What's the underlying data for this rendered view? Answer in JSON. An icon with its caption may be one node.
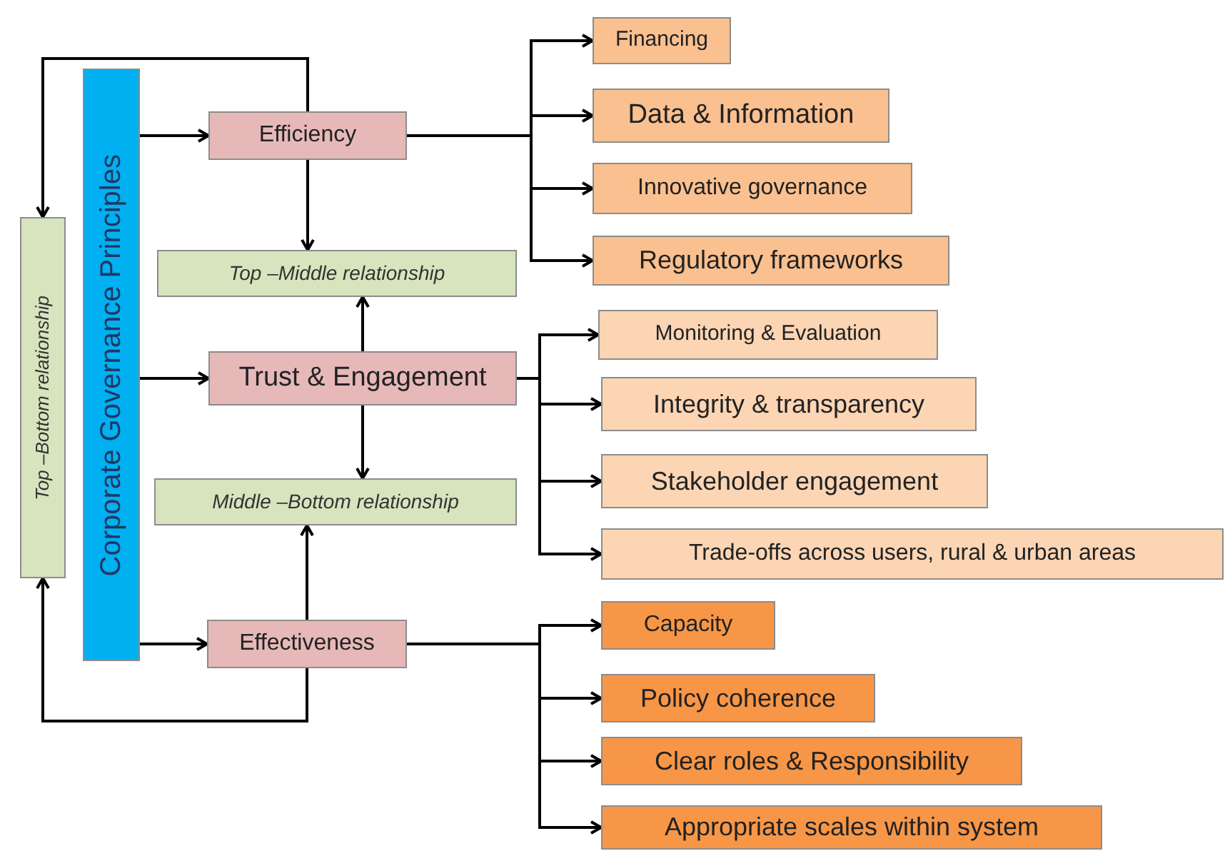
{
  "diagram": {
    "nodes": [
      {
        "text": [
          "Top –Bottom relationship"
        ]
      },
      {
        "text": [
          "Corporate Governance Principles"
        ]
      },
      {
        "text": [
          "Efficiency"
        ]
      },
      {
        "text": [
          "Top –Middle relationship"
        ]
      },
      {
        "text": [
          "Trust & Engagement"
        ]
      },
      {
        "text": [
          "Middle –Bottom relationship"
        ]
      },
      {
        "text": [
          "Effectiveness"
        ]
      },
      {
        "text": [
          "Financing"
        ]
      },
      {
        "text": [
          "Data & Information"
        ]
      },
      {
        "text": [
          "Innovative governance"
        ]
      },
      {
        "text": [
          "Regulatory frameworks"
        ]
      },
      {
        "text": [
          "Monitoring & Evaluation"
        ]
      },
      {
        "text": [
          "Integrity & transparency"
        ]
      },
      {
        "text": [
          "Stakeholder engagement"
        ]
      },
      {
        "text": [
          "Trade-offs across users, rural & urban areas"
        ]
      },
      {
        "text": [
          "Capacity"
        ]
      },
      {
        "text": [
          "Policy coherence"
        ]
      },
      {
        "text": [
          "Clear roles & Responsibility"
        ]
      },
      {
        "text": [
          "Appropriate scales within system"
        ]
      }
    ],
    "edges": [
      {
        "from": 1,
        "to": 2,
        "arrow": "to"
      },
      {
        "from": 1,
        "to": 4,
        "arrow": "to"
      },
      {
        "from": 1,
        "to": 6,
        "arrow": "to"
      },
      {
        "from": 2,
        "to": 3,
        "arrow": "to"
      },
      {
        "from": 4,
        "to": 3,
        "arrow": "to"
      },
      {
        "from": 4,
        "to": 5,
        "arrow": "to"
      },
      {
        "from": 6,
        "to": 5,
        "arrow": "to"
      },
      {
        "from": 2,
        "to": 0,
        "arrow": "to"
      },
      {
        "from": 6,
        "to": 0,
        "arrow": "to"
      },
      {
        "from": 2,
        "to": 7,
        "arrow": "to"
      },
      {
        "from": 2,
        "to": 8,
        "arrow": "to"
      },
      {
        "from": 2,
        "to": 9,
        "arrow": "to"
      },
      {
        "from": 2,
        "to": 10,
        "arrow": "to"
      },
      {
        "from": 4,
        "to": 11,
        "arrow": "to"
      },
      {
        "from": 4,
        "to": 12,
        "arrow": "to"
      },
      {
        "from": 4,
        "to": 13,
        "arrow": "to"
      },
      {
        "from": 4,
        "to": 14,
        "arrow": "to"
      },
      {
        "from": 6,
        "to": 15,
        "arrow": "to"
      },
      {
        "from": 6,
        "to": 16,
        "arrow": "to"
      },
      {
        "from": 6,
        "to": 17,
        "arrow": "to"
      },
      {
        "from": 6,
        "to": 18,
        "arrow": "to"
      }
    ]
  }
}
